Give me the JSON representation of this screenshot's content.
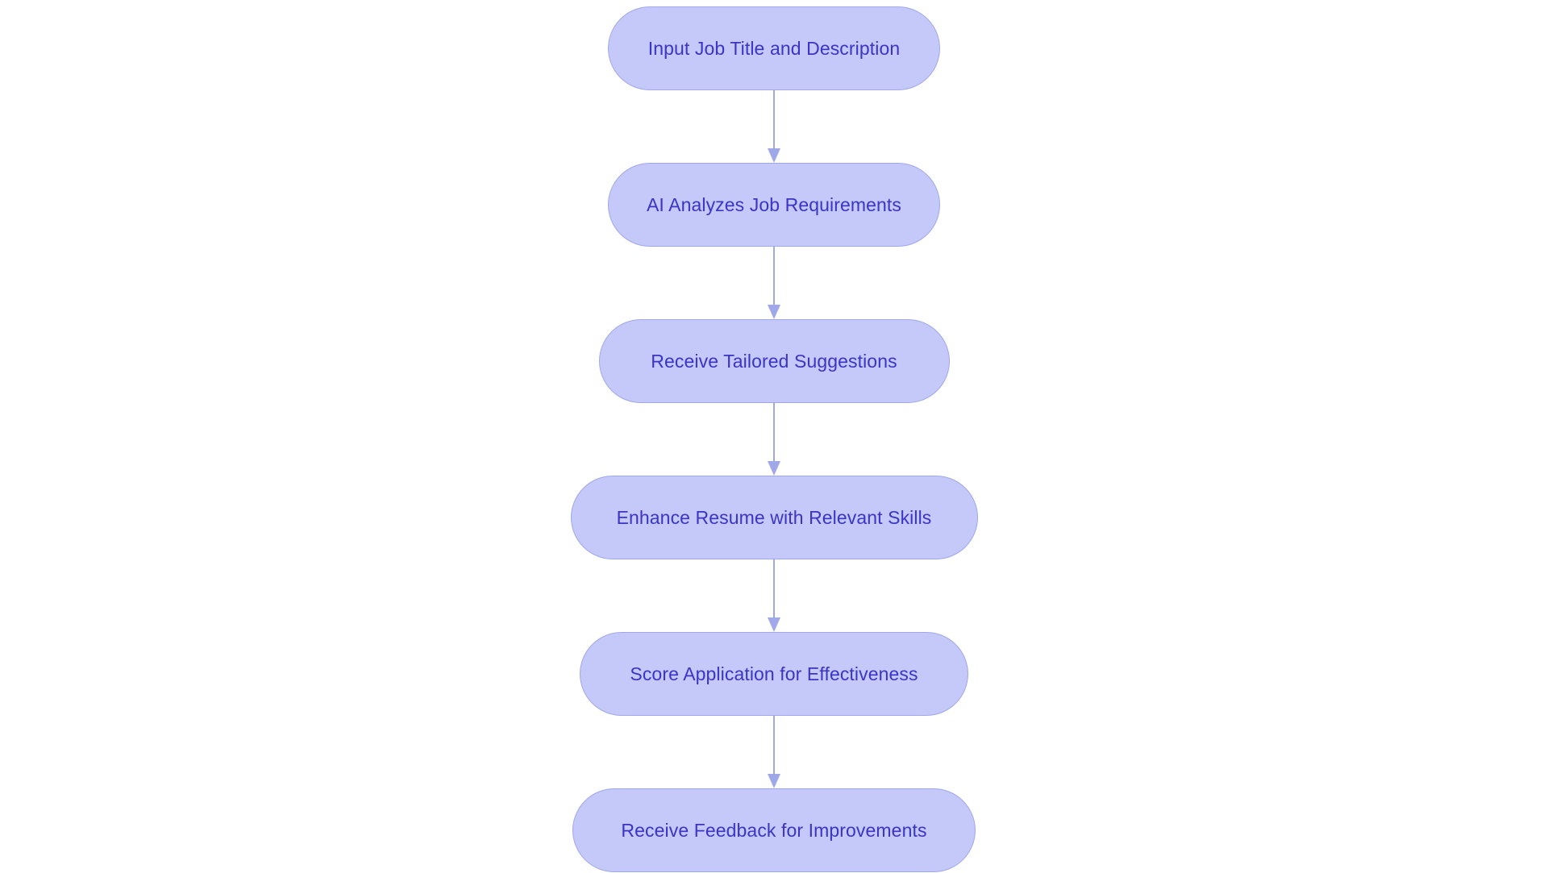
{
  "diagram": {
    "type": "flowchart",
    "orientation": "vertical-top-to-bottom",
    "background_color": "#ffffff",
    "node_fill_color": "#c5c9fa",
    "node_border_color": "#9fa8e8",
    "node_text_color": "#3b34c7",
    "connector_color": "#9fa8e8",
    "node_shape": "stadium",
    "nodes": [
      {
        "id": "step-1",
        "label": "Input Job Title and Description"
      },
      {
        "id": "step-2",
        "label": "AI Analyzes Job Requirements"
      },
      {
        "id": "step-3",
        "label": "Receive Tailored Suggestions"
      },
      {
        "id": "step-4",
        "label": "Enhance Resume with Relevant Skills"
      },
      {
        "id": "step-5",
        "label": "Score Application for Effectiveness"
      },
      {
        "id": "step-6",
        "label": "Receive Feedback for Improvements"
      }
    ],
    "edges": [
      {
        "from": "step-1",
        "to": "step-2",
        "arrow": "down-arrow"
      },
      {
        "from": "step-2",
        "to": "step-3",
        "arrow": "down-arrow"
      },
      {
        "from": "step-3",
        "to": "step-4",
        "arrow": "down-arrow"
      },
      {
        "from": "step-4",
        "to": "step-5",
        "arrow": "down-arrow"
      },
      {
        "from": "step-5",
        "to": "step-6",
        "arrow": "down-arrow"
      }
    ]
  }
}
